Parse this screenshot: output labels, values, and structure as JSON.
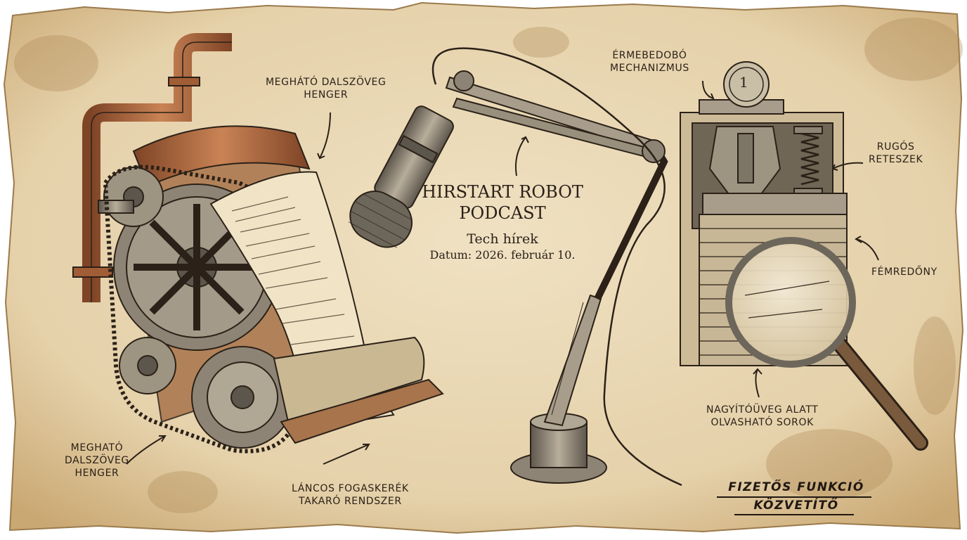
{
  "title": [
    "HIRSTART ROBOT",
    "PODCAST"
  ],
  "subtitle": "Tech hírek",
  "date": "Datum: 2026. február 10.",
  "labels": {
    "lyrics_top": [
      "MEGHÁTÓ DALSZÖVEG",
      "HENGER"
    ],
    "lyrics_bottom": [
      "MEGHATÓ",
      "DALSZÖVEG",
      "HENGER"
    ],
    "chain": [
      "LÁNCOS FOGASKERÉK",
      "TAKARÓ RENDSZER"
    ],
    "coin": [
      "ÉRMEBEDOBÓ",
      "MECHANIZMUS"
    ],
    "springs": [
      "RUGÓS",
      "RETESZEK"
    ],
    "shutter": "FÉMREDŐNY",
    "magnifier": [
      "NAGYÍTÓÜVEG ALATT",
      "OLVASHATÓ SOROK"
    ],
    "paid": [
      "FIZETŐS FUNKCIÓ",
      "KÖZVETÍTŐ"
    ]
  },
  "coin_glyph": "1",
  "colors": {
    "parchment": "#e9d8b6",
    "parchment_dark": "#c9a874",
    "ink": "#2b2118",
    "copper": "#b0673d",
    "metal": "#8c8476"
  }
}
